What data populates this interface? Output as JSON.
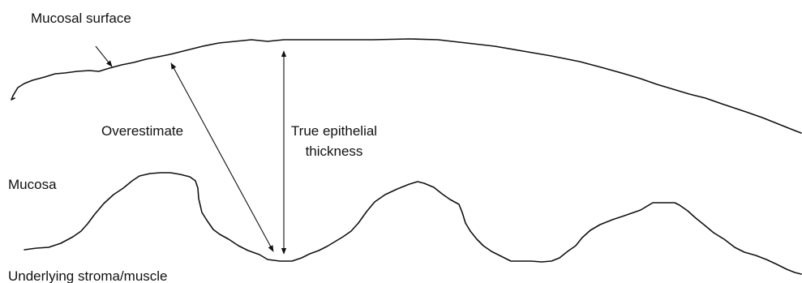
{
  "labels": {
    "mucosal_surface": "Mucosal surface",
    "overestimate": "Overestimate",
    "true_thickness_line1": "True epithelial",
    "true_thickness_line2": "thickness",
    "mucosa": "Mucosa",
    "underlying": "Underlying stroma/muscle"
  },
  "colors": {
    "ink": "#111111",
    "background": "#ffffff"
  }
}
